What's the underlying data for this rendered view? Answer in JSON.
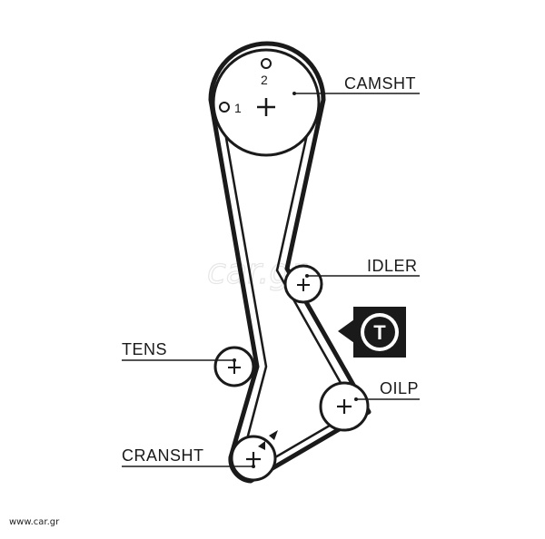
{
  "labels": {
    "camshaft": "CAMSHT",
    "idler": "IDLER",
    "tensioner": "TENS",
    "oil_pump": "OILP",
    "crankshaft": "CRANSHT"
  },
  "camshaft_marks": {
    "top_number": "2",
    "left_number": "1"
  },
  "tool_badge": "T",
  "watermark_center": "car.gr",
  "footer_watermark": "www.car.gr",
  "colors": {
    "line": "#1a1a1a",
    "badge_bg": "#1a1a1a",
    "badge_fg": "#ffffff"
  }
}
